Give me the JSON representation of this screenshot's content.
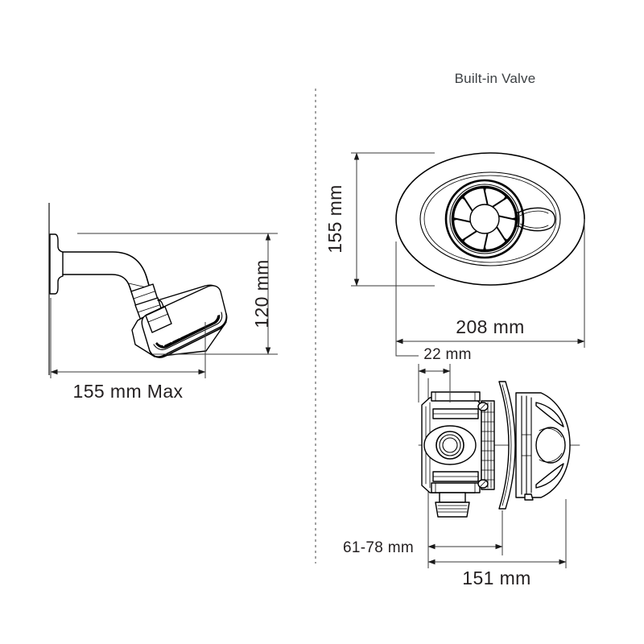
{
  "page": {
    "title": "Built-in Valve",
    "background_color": "#ffffff",
    "line_color": "#000000",
    "text_color": "#231f20",
    "divider_color": "#8c8c8c"
  },
  "headings": {
    "right_panel_title": "Built-in Valve"
  },
  "left_view": {
    "name": "shower-head-side-view",
    "dimensions": {
      "height_label": "120 mm",
      "width_label": "155 mm Max"
    }
  },
  "right_top_view": {
    "name": "valve-trim-front-view",
    "dimensions": {
      "height_label": "155 mm",
      "width_label": "208 mm"
    }
  },
  "right_bottom_view": {
    "name": "valve-body-side-view",
    "dimensions": {
      "trim_thickness_label": "22 mm",
      "rough_in_depth_label": "61-78 mm",
      "overall_length_label": "151 mm"
    }
  }
}
